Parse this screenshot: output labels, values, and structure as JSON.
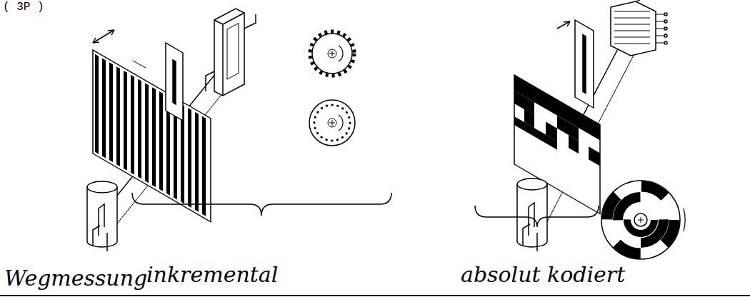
{
  "diagram": {
    "labels": [
      "( 3P )",
      "Wegmessung",
      "inkremental",
      "absolut kodiert"
    ]
  }
}
